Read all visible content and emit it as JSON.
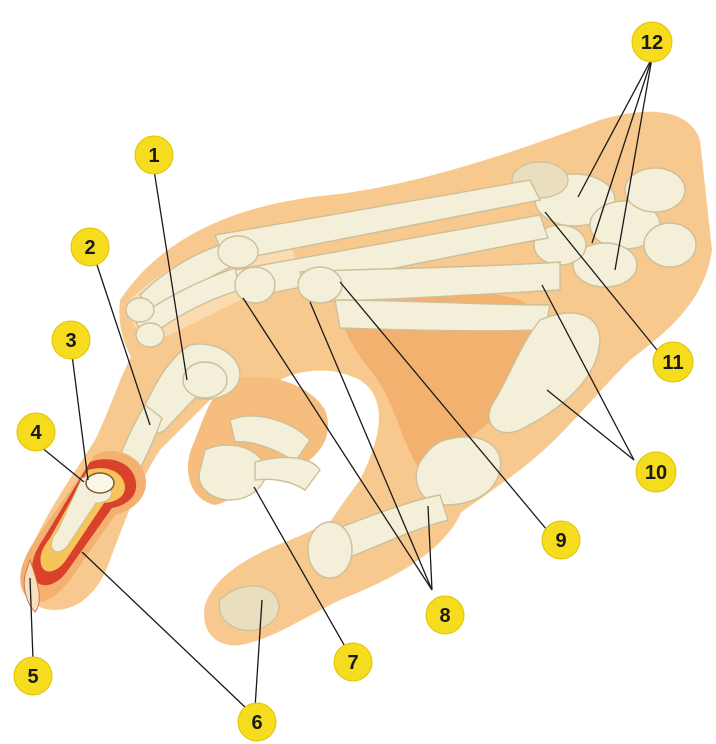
{
  "figure": {
    "colors": {
      "skin": "#f8c98e",
      "skin_shadow": "#f1a866",
      "skin_light": "#fce3bf",
      "bone": "#f4efd9",
      "bone_outline": "#cdbf99",
      "nail_section_red": "#d9412a",
      "badge_yellow": "#f5dc1e",
      "leader_line": "#1a1a1a"
    },
    "callouts": [
      {
        "id": "1",
        "label": "1"
      },
      {
        "id": "2",
        "label": "2"
      },
      {
        "id": "3",
        "label": "3"
      },
      {
        "id": "4",
        "label": "4"
      },
      {
        "id": "5",
        "label": "5"
      },
      {
        "id": "6",
        "label": "6"
      },
      {
        "id": "7",
        "label": "7"
      },
      {
        "id": "8",
        "label": "8"
      },
      {
        "id": "9",
        "label": "9"
      },
      {
        "id": "10",
        "label": "10"
      },
      {
        "id": "11",
        "label": "11"
      },
      {
        "id": "12",
        "label": "12"
      }
    ]
  }
}
